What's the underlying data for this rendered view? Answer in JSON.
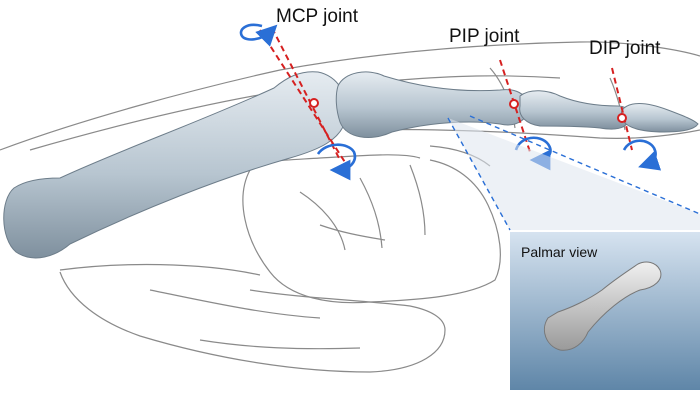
{
  "labels": {
    "mcp": "MCP joint",
    "pip": "PIP joint",
    "dip": "DIP joint",
    "palmar_view": "Palmar view"
  },
  "colors": {
    "bone_light": "#dbe3ea",
    "bone_mid": "#b4c2cd",
    "bone_dark": "#7f909e",
    "joint_axis": "#d62020",
    "rotation_arrow": "#2a6fd6",
    "inset_top": "#d6e3f0",
    "inset_bottom": "#5f86a8",
    "sketch_line": "#8a8a8a"
  },
  "joints": [
    {
      "name": "MCP",
      "icon": "rotation-arrow"
    },
    {
      "name": "PIP",
      "icon": "rotation-arrow"
    },
    {
      "name": "DIP",
      "icon": "rotation-arrow"
    }
  ]
}
